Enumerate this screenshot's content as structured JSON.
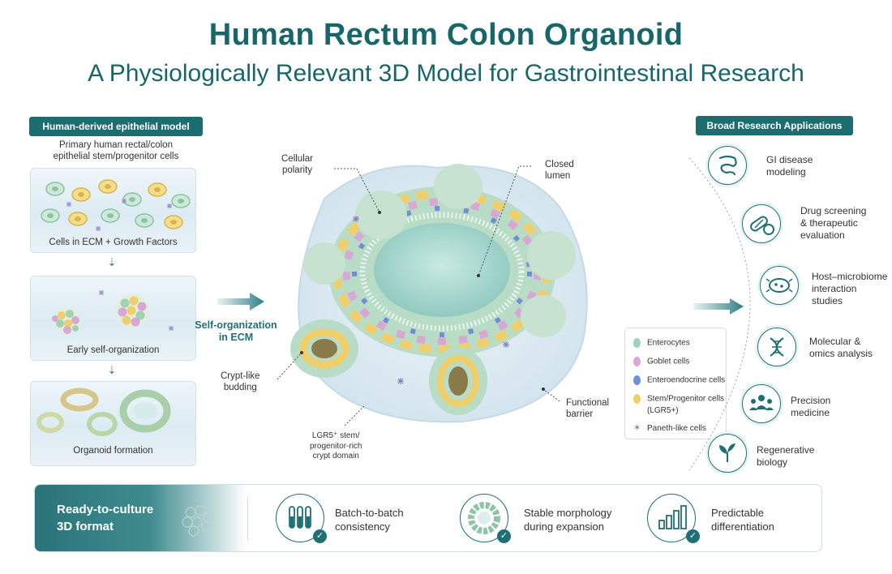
{
  "title": "Human Rectum Colon Organoid",
  "subtitle": "A Physiologically Relevant 3D Model for Gastrointestinal Research",
  "left": {
    "header": "Human-derived epithelial model",
    "source_text_1": "Primary human rectal/colon",
    "source_text_2": "epithelial stem/progenitor cells",
    "steps": [
      {
        "label": "Cells in ECM + Growth Factors"
      },
      {
        "label": "Early self-organization"
      },
      {
        "label": "Organoid formation"
      }
    ],
    "arrow_glyph": "⇣"
  },
  "center": {
    "self_org_1": "Self-organization",
    "self_org_2": "in ECM",
    "annotations": {
      "polarity_1": "Cellular",
      "polarity_2": "polarity",
      "lumen_1": "Closed",
      "lumen_2": "lumen",
      "crypt_1": "Crypt-like",
      "crypt_2": "budding",
      "barrier_1": "Functional",
      "barrier_2": "barrier",
      "lgr5_1": "LGR5⁺ stem/",
      "lgr5_2": "progenitor-rich",
      "lgr5_3": "crypt domain"
    }
  },
  "legend": {
    "items": [
      {
        "label": "Enterocytes",
        "color": "#9fd3b4"
      },
      {
        "label": "Goblet cells",
        "color": "#d9a7d3"
      },
      {
        "label": "Enteroendocrine cells",
        "color": "#6e8fd6"
      },
      {
        "label": "Stem/Progenitor cells",
        "color": "#f0cf6a"
      },
      {
        "label": "(LGR5+)"
      },
      {
        "label": "Paneth-like cells",
        "color": "#8a76b8"
      }
    ]
  },
  "right": {
    "header": "Broad Research Applications",
    "apps": [
      {
        "l1": "GI disease",
        "l2": "modeling",
        "icon": "intestine-icon"
      },
      {
        "l1": "Drug screening",
        "l2": "& therapeutic",
        "l3": "evaluation",
        "icon": "capsule-icon"
      },
      {
        "l1": "Host–microbiome",
        "l2": "interaction",
        "l3": "studies",
        "icon": "microbe-icon"
      },
      {
        "l1": "Molecular &",
        "l2": "omics analysis",
        "icon": "dna-icon"
      },
      {
        "l1": "Precision",
        "l2": "medicine",
        "icon": "people-icon"
      },
      {
        "l1": "Regenerative",
        "l2": "biology",
        "icon": "sprout-icon"
      }
    ]
  },
  "bottom": {
    "lead_1": "Ready-to-culture",
    "lead_2": "3D format",
    "check_glyph": "✓",
    "features": [
      {
        "l1": "Batch-to-batch",
        "l2": "consistency",
        "icon": "test-tubes-icon"
      },
      {
        "l1": "Stable morphology",
        "l2": "during expansion",
        "icon": "organoid-ring-icon"
      },
      {
        "l1": "Predictable",
        "l2": "differentiation",
        "icon": "bar-chart-icon"
      }
    ]
  },
  "colors": {
    "brand_teal": "#17666a",
    "enterocyte": "#9fd3b4",
    "goblet": "#d9a7d3",
    "enteroendocrine": "#6e8fd6",
    "stem": "#f0cf6a",
    "paneth": "#8a76b8"
  }
}
